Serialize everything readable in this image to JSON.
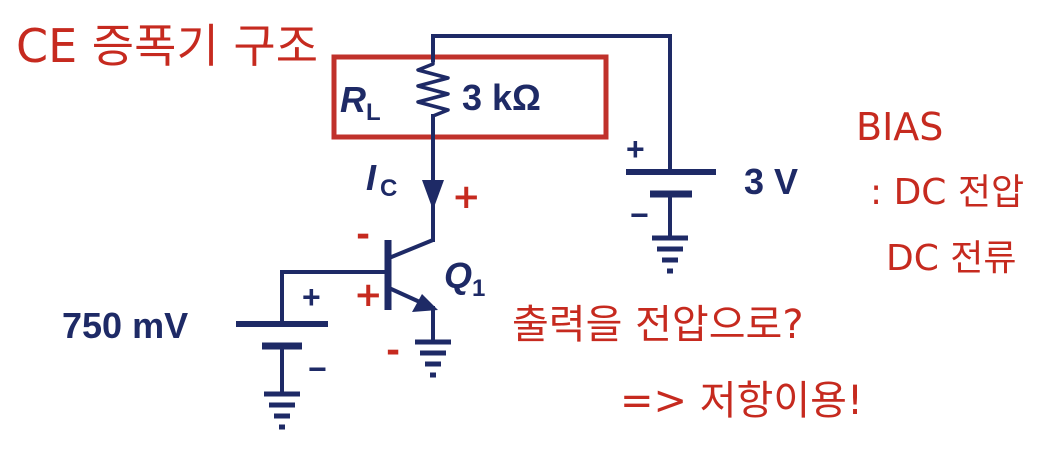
{
  "annotations": {
    "title": "CE 증폭기 구조",
    "bias_title": "BIAS",
    "bias_line1": ": DC 전압",
    "bias_line2": "DC 전류",
    "question": "출력을 전압으로?",
    "answer": "=> 저항이용!"
  },
  "circuit": {
    "rl_symbol": "R",
    "rl_subscript": "L",
    "rl_value": "3 kΩ",
    "ic_symbol": "I",
    "ic_subscript": "C",
    "q_symbol": "Q",
    "q_subscript": "1",
    "vcc_label": "3 V",
    "vin_label": "750 mV",
    "plus_sign": "+",
    "minus_sign": "−"
  },
  "marks": {
    "plus": "+",
    "minus": "-"
  },
  "colors": {
    "ink": "#1e2a66",
    "annotation": "#c62a1f",
    "highlight_box": "#c0312b"
  }
}
